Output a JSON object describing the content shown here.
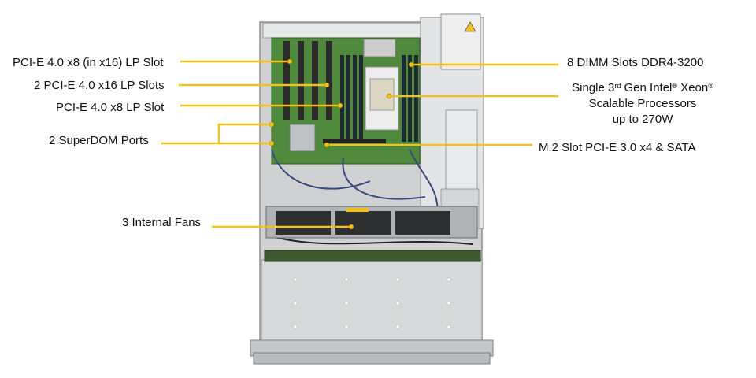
{
  "labels": {
    "pcie_x8_in_x16": "PCI-E  4.0 x8  (in x16) LP Slot",
    "pcie_x16_slots": "2 PCI-E  4.0 x16 LP Slots",
    "pcie_x8": "PCI-E  4.0 x8 LP Slot",
    "superdom": "2 SuperDOM Ports",
    "fans": "3 Internal  Fans",
    "dimm": "8 DIMM Slots DDR4-3200",
    "cpu_line1_a": "Single 3",
    "cpu_line1_sup1": "rd",
    "cpu_line1_b": " Gen Intel",
    "cpu_line1_sup2": "®",
    "cpu_line1_c": "  Xeon",
    "cpu_line1_sup3": "®",
    "cpu_line2": "Scalable Processors",
    "cpu_line3": "up to 270W",
    "m2": "M.2  Slot PCI-E  3.0 x4  & SATA"
  },
  "colors": {
    "callout_line": "#f2c21b",
    "chassis": "#d9dadb",
    "motherboard": "#4f8a3c",
    "dimm": "#1d2a33",
    "text": "#111111"
  }
}
